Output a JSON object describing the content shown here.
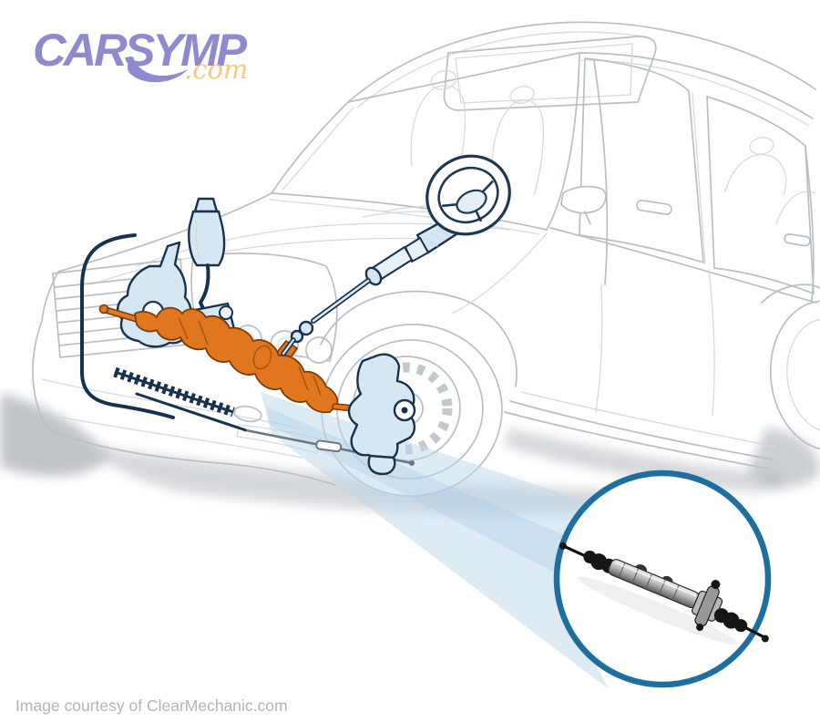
{
  "logo": {
    "brand": "CARSYMP",
    "tld": ".com"
  },
  "caption": {
    "text": "Image courtesy of ClearMechanic.com"
  },
  "colors": {
    "logo_purple": "#8f8ad0",
    "logo_orange": "#f9c87e",
    "caption_gray": "#b4b4b4",
    "car_line": "#b9bfc5",
    "outline_navy": "#16324e",
    "component_blue": "#d6e7f4",
    "highlight_orange": "#e0771f",
    "highlight_orange_dark": "#7c3b08",
    "beam_blue": "#bdd8ec",
    "inset_border": "#1e6f9f",
    "inset_fill": "#ffffff"
  },
  "diagram": {
    "subject": "steering-rack-and-pinion-location",
    "vehicle": "sedan-line-art",
    "highlighted_components": [
      "steering-wheel",
      "steering-column",
      "intermediate-shaft",
      "power-steering-reservoir",
      "power-steering-pump",
      "rack-and-pinion",
      "tie-rod-ends",
      "steering-knuckles",
      "power-steering-hoses",
      "fluid-cooler-line"
    ],
    "callout": {
      "shape": "circle",
      "content": "rack-and-pinion-assembly"
    }
  }
}
